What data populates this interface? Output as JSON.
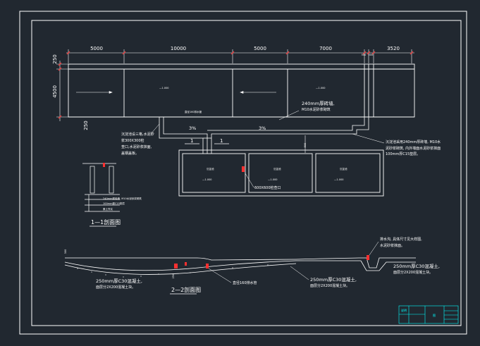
{
  "colors": {
    "background": "#212830",
    "line": "#ffffff",
    "accent": "#ff3030",
    "green": "#00ff66",
    "cyan": "#00ffff",
    "yellow": "#ffff00"
  },
  "dimensions_top": [
    "5000",
    "10000",
    "5000",
    "7000",
    "500",
    "500",
    "3520"
  ],
  "dimensions_left": [
    "250",
    "4500",
    "250"
  ],
  "dimension_pipe_drop": "500",
  "dimension_section2_left": "300",
  "dimension_section2_mid": "250",
  "plan_markers": {
    "pipe_label": "直径160排水管",
    "slope_left": "3%",
    "slope_right": "3%",
    "section_mark_1": "1",
    "section_mark_2": "1",
    "wall_note_1": "240mm厚砖墙,",
    "wall_note_2": "M10水泥砂浆砌筑",
    "tank_hole": "600X600检查口",
    "tank_labels": [
      "沉淀池",
      "沉淀池",
      "沉淀池"
    ],
    "room_label": "—1.000"
  },
  "note_left": [
    "沉淀池设三格,水泥砂",
    "浆300X300检",
    "查口,水泥砂浆抹面,",
    "盖钢盖板。"
  ],
  "note_right": [
    "沉淀池采用240mm厚砖墙, M10水",
    "泥砂浆砌筑, 内外墙面水泥砂浆抹面",
    "100mm厚C15垫层。"
  ],
  "section1": {
    "title": "1—1剖面图",
    "layers": [
      "240mm厚砖墙, M10水泥砂浆砌筑",
      "100mm厚C15垫层",
      "素土夯实"
    ]
  },
  "section2": {
    "title": "2—2剖面图",
    "note_left": [
      "250mm厚C30混凝土,",
      "面层分2X200混凝土块。"
    ],
    "note_mid": [
      "250mm厚C30混凝土,",
      "面层分2X200混凝土块。"
    ],
    "note_right": [
      "250mm厚C30混凝土,",
      "面层分2X200混凝土块。"
    ],
    "note_top_right": [
      "排水沟, 具体尺寸见大样图,",
      "水泥砂浆抹面。"
    ],
    "pipe_label": "直径160排水管"
  },
  "title_block": {
    "label": "说明",
    "sheet": "图"
  }
}
